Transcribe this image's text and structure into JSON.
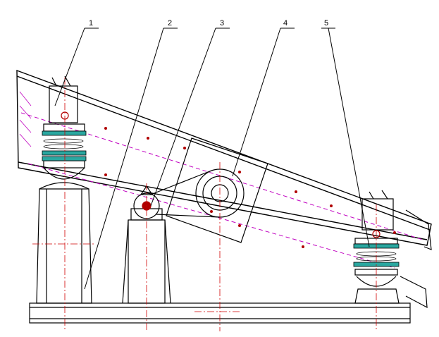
{
  "callouts": [
    {
      "label": "1"
    },
    {
      "label": "2"
    },
    {
      "label": "3"
    },
    {
      "label": "4"
    },
    {
      "label": "5"
    }
  ],
  "colors": {
    "line": "#000000",
    "centerline": "#d00000",
    "spring": "#2aa7a0",
    "mesh": "#c000c0",
    "bolt": "#b00000"
  }
}
